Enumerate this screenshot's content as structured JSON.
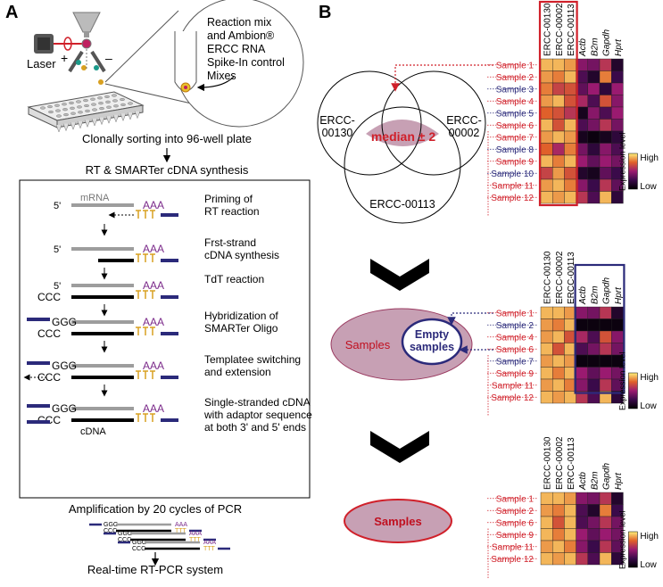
{
  "panel_a": {
    "label": "A",
    "laser": "Laser",
    "plus": "+",
    "minus": "–",
    "callout": [
      "Reaction mix",
      "and Ambion®",
      "ERCC RNA",
      "Spike-In control",
      "Mixes"
    ],
    "sorting": "Clonally sorting into 96-well plate",
    "rt_title": "RT & SMARTer cDNA synthesis",
    "seq": {
      "five_prime": "5'",
      "mrna": "mRNA",
      "aaa": "AAA",
      "ttt": "TTT",
      "ccc": "CCC",
      "ggg": "GGG",
      "cdna": "cDNA"
    },
    "steps": [
      [
        "Priming of",
        "RT reaction"
      ],
      [
        "Frst-strand",
        "cDNA synthesis"
      ],
      [
        "TdT reaction"
      ],
      [
        "Hybridization of",
        "SMARTer Oligo"
      ],
      [
        "Templatee switching",
        "and extension"
      ],
      [
        "Single-stranded cDNA",
        "with adaptor sequence",
        "at both 3' and 5' ends"
      ]
    ],
    "amplification": "Amplification by 20 cycles of PCR",
    "realtime": "Real-time RT-PCR system"
  },
  "panel_b": {
    "label": "B",
    "venn": {
      "left": [
        "ERCC-",
        "00130"
      ],
      "right": [
        "ERCC-",
        "00002"
      ],
      "bottom": "ERCC-00113",
      "center": "median ± 2"
    },
    "ellipse": {
      "samples": "Samples",
      "empty": [
        "Empty",
        "samples"
      ]
    },
    "final": "Samples",
    "columns": [
      "ERCC-00130",
      "ERCC-00002",
      "ERCC-00113",
      "Actb",
      "B2m",
      "Gapdh",
      "Hprt"
    ],
    "legend": {
      "high": "High",
      "low": "Low",
      "title": "Expression level"
    },
    "heatmap1": {
      "rows": [
        {
          "label": "Sample 1",
          "red": true,
          "v": [
            0.9,
            0.9,
            0.85,
            0.45,
            0.4,
            0.6,
            0.15
          ]
        },
        {
          "label": "Sample 2",
          "red": true,
          "v": [
            0.85,
            0.8,
            0.9,
            0.3,
            0.15,
            0.8,
            0.25
          ]
        },
        {
          "label": "Sample 3",
          "red": false,
          "v": [
            0.8,
            0.65,
            0.7,
            0.35,
            0.5,
            0.2,
            0.5
          ]
        },
        {
          "label": "Sample 4",
          "red": true,
          "v": [
            0.85,
            0.9,
            0.7,
            0.55,
            0.3,
            0.7,
            0.45
          ]
        },
        {
          "label": "Sample 5",
          "red": false,
          "v": [
            0.75,
            0.7,
            0.6,
            0.1,
            0.45,
            0.3,
            0.5
          ]
        },
        {
          "label": "Sample 6",
          "red": true,
          "v": [
            0.9,
            0.7,
            0.9,
            0.3,
            0.4,
            0.6,
            0.4
          ]
        },
        {
          "label": "Sample 7",
          "red": true,
          "v": [
            0.85,
            0.9,
            0.85,
            0.1,
            0.05,
            0.1,
            0.2
          ]
        },
        {
          "label": "Sample 8",
          "red": false,
          "v": [
            0.75,
            0.55,
            0.8,
            0.4,
            0.2,
            0.45,
            0.3
          ]
        },
        {
          "label": "Sample 9",
          "red": true,
          "v": [
            0.9,
            0.8,
            0.9,
            0.5,
            0.35,
            0.5,
            0.4
          ]
        },
        {
          "label": "Sample 10",
          "red": false,
          "v": [
            0.65,
            0.85,
            0.7,
            0.15,
            0.1,
            0.35,
            0.25
          ]
        },
        {
          "label": "Sample 11",
          "red": true,
          "v": [
            0.85,
            0.9,
            0.8,
            0.45,
            0.25,
            0.6,
            0.35
          ]
        },
        {
          "label": "Sample 12",
          "red": true,
          "v": [
            0.9,
            0.85,
            0.9,
            0.6,
            0.3,
            0.9,
            0.2
          ]
        }
      ]
    },
    "heatmap2": {
      "rows": [
        {
          "label": "Sample 1",
          "red": true,
          "v": [
            0.9,
            0.9,
            0.85,
            0.45,
            0.4,
            0.6,
            0.15
          ]
        },
        {
          "label": "Sample 2",
          "red": false,
          "v": [
            0.85,
            0.8,
            0.9,
            0.05,
            0.05,
            0.05,
            0.05
          ]
        },
        {
          "label": "Sample 4",
          "red": true,
          "v": [
            0.85,
            0.9,
            0.7,
            0.55,
            0.3,
            0.7,
            0.45
          ]
        },
        {
          "label": "Sample 6",
          "red": true,
          "v": [
            0.9,
            0.7,
            0.9,
            0.3,
            0.4,
            0.6,
            0.4
          ]
        },
        {
          "label": "Sample 7",
          "red": false,
          "v": [
            0.85,
            0.9,
            0.85,
            0.05,
            0.05,
            0.05,
            0.05
          ]
        },
        {
          "label": "Sample 9",
          "red": true,
          "v": [
            0.9,
            0.8,
            0.9,
            0.5,
            0.35,
            0.5,
            0.4
          ]
        },
        {
          "label": "Sample 11",
          "red": true,
          "v": [
            0.85,
            0.9,
            0.8,
            0.45,
            0.25,
            0.6,
            0.35
          ]
        },
        {
          "label": "Sample 12",
          "red": true,
          "v": [
            0.9,
            0.85,
            0.9,
            0.6,
            0.3,
            0.9,
            0.2
          ]
        }
      ]
    },
    "heatmap3": {
      "rows": [
        {
          "label": "Sample 1",
          "red": true,
          "v": [
            0.9,
            0.9,
            0.85,
            0.45,
            0.4,
            0.6,
            0.15
          ]
        },
        {
          "label": "Sample 2",
          "red": true,
          "v": [
            0.85,
            0.8,
            0.9,
            0.3,
            0.15,
            0.8,
            0.25
          ]
        },
        {
          "label": "Sample 6",
          "red": true,
          "v": [
            0.9,
            0.7,
            0.9,
            0.3,
            0.4,
            0.6,
            0.4
          ]
        },
        {
          "label": "Sample 9",
          "red": true,
          "v": [
            0.9,
            0.8,
            0.9,
            0.5,
            0.35,
            0.5,
            0.4
          ]
        },
        {
          "label": "Sample 11",
          "red": true,
          "v": [
            0.85,
            0.9,
            0.8,
            0.45,
            0.25,
            0.6,
            0.35
          ]
        },
        {
          "label": "Sample 12",
          "red": true,
          "v": [
            0.9,
            0.85,
            0.9,
            0.6,
            0.3,
            0.9,
            0.2
          ]
        }
      ]
    }
  },
  "colors": {
    "red": "#d0202a",
    "navy": "#2b2a7a",
    "grey": "#9d9d9d",
    "purple": "#7b2a8a",
    "orange": "#d8a020",
    "mauve": "#c79bb0"
  }
}
